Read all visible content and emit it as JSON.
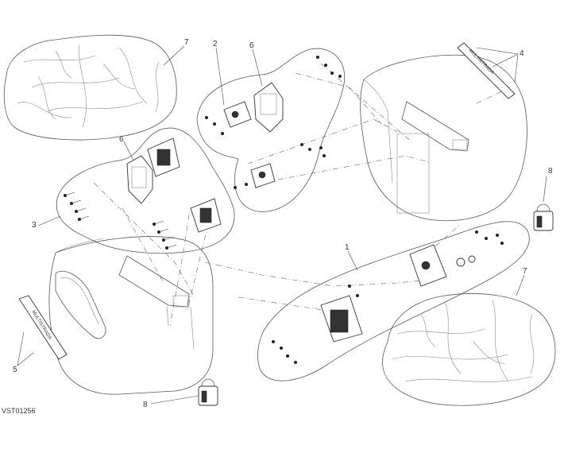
{
  "drawing_code": "VST01256",
  "callouts": {
    "c1": "1",
    "c2": "2",
    "c3": "3",
    "c4": "4",
    "c5": "5",
    "c6a": "6",
    "c6b": "6",
    "c7a": "7",
    "c7b": "7",
    "c8a": "8",
    "c8b": "8"
  },
  "plate_text": {
    "badge_left": "MULTISTRADA",
    "badge_right": "MULTISTRADA"
  }
}
